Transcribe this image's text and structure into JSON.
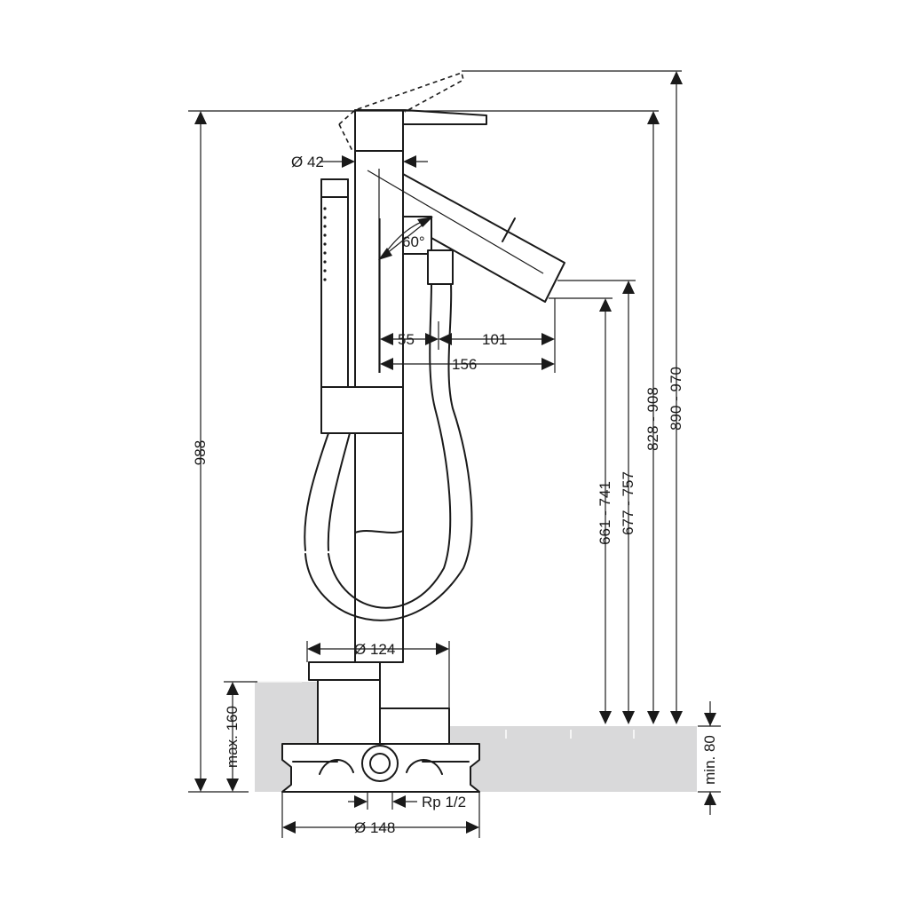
{
  "dimensions": {
    "overall_height": "988",
    "lever_height": "828 - 908",
    "lever_raised_height": "890 - 970",
    "spout_outlet_height": "661 - 741",
    "spout_edge_height": "677 - 757",
    "column_diameter": "Ø 42",
    "rotation_angle": "60°",
    "offset_column": "55",
    "offset_spout": "101",
    "total_reach": "156",
    "collar_diameter": "Ø 124",
    "base_diameter": "Ø 148",
    "max_installation": "max. 160",
    "min_floor": "min. 80",
    "connection_thread": "Rp 1/2"
  },
  "colors": {
    "line": "#1a1a1a",
    "floor": "#d9d9da",
    "background": "#ffffff"
  }
}
